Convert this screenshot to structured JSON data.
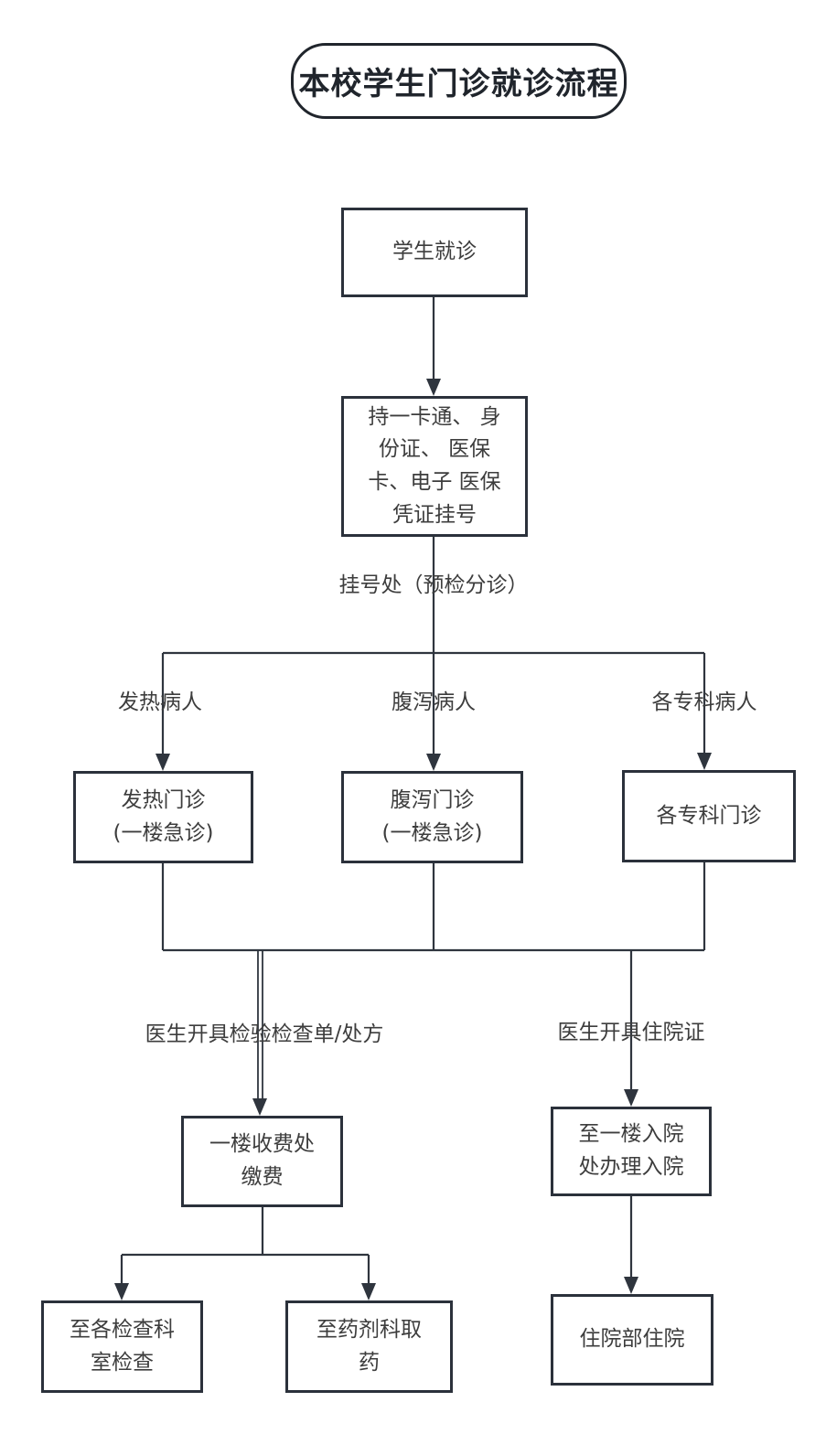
{
  "title": "本校学生门诊就诊流程",
  "nodes": {
    "student": {
      "label": "学生就诊"
    },
    "register": {
      "label": "持一卡通、 身\n份证、 医保\n卡、电子 医保\n凭证挂号"
    },
    "fever": {
      "label": "发热门诊\n(一楼急诊)"
    },
    "diarrhea": {
      "label": "腹泻门诊\n(一楼急诊)"
    },
    "specialty": {
      "label": "各专科门诊"
    },
    "cashier": {
      "label": "一楼收费处\n缴费"
    },
    "admission": {
      "label": "至一楼入院\n处办理入院"
    },
    "exam": {
      "label": "至各检查科\n室检查"
    },
    "pharmacy": {
      "label": "至药剂科取\n药"
    },
    "inpatient": {
      "label": "住院部住院"
    }
  },
  "edge_labels": {
    "registration_desk": "挂号处（预检分诊）",
    "fever_patient": "发热病人",
    "diarrhea_patient": "腹泻病人",
    "specialty_patient": "各专科病人",
    "doctor_order": "医生开具检验检查单/处方",
    "hospitalization_cert": "医生开具住院证"
  },
  "colors": {
    "line": "#2f353e",
    "box_border": "#2b313b",
    "node_text": "#3d3d3d",
    "title_text": "#20252c",
    "background": "#ffffff"
  }
}
